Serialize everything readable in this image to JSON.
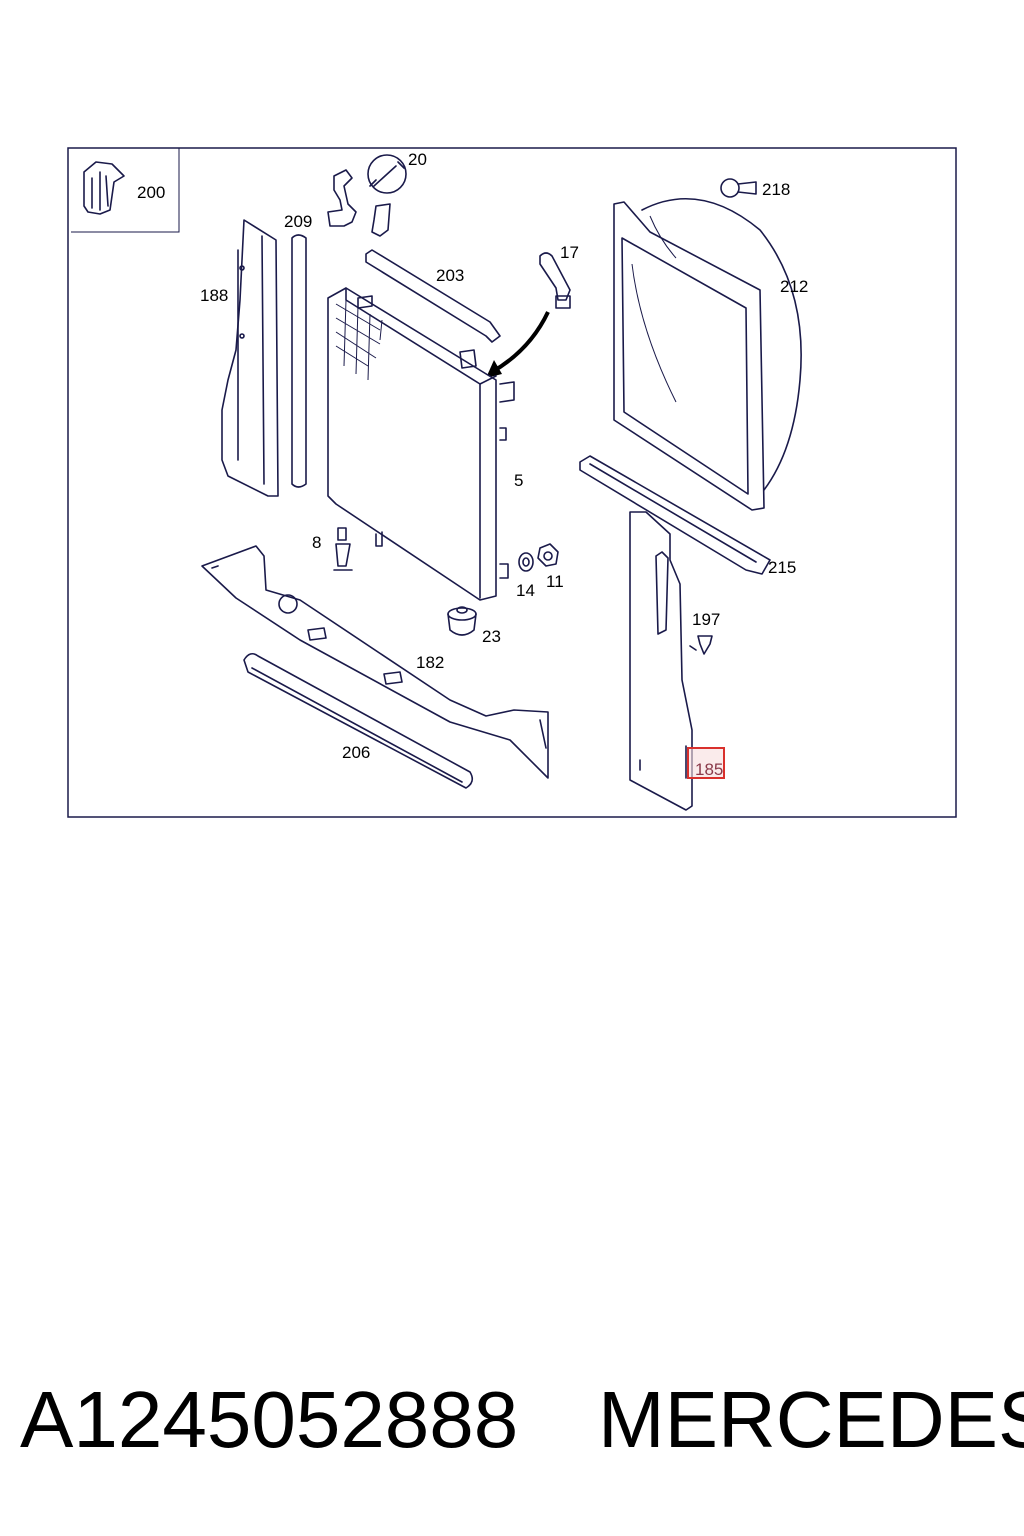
{
  "callouts": {
    "c200": "200",
    "c20": "20",
    "c209": "209",
    "c188": "188",
    "c203": "203",
    "c17": "17",
    "c218": "218",
    "c212": "212",
    "c5": "5",
    "c8": "8",
    "c14": "14",
    "c11": "11",
    "c23": "23",
    "c215": "215",
    "c197": "197",
    "c182": "182",
    "c206": "206",
    "c185": "185"
  },
  "highlight": {
    "callout": "185",
    "color": "#d9302c"
  },
  "footer": {
    "part_number": "A1245052888",
    "brand": "MERCEDES"
  }
}
